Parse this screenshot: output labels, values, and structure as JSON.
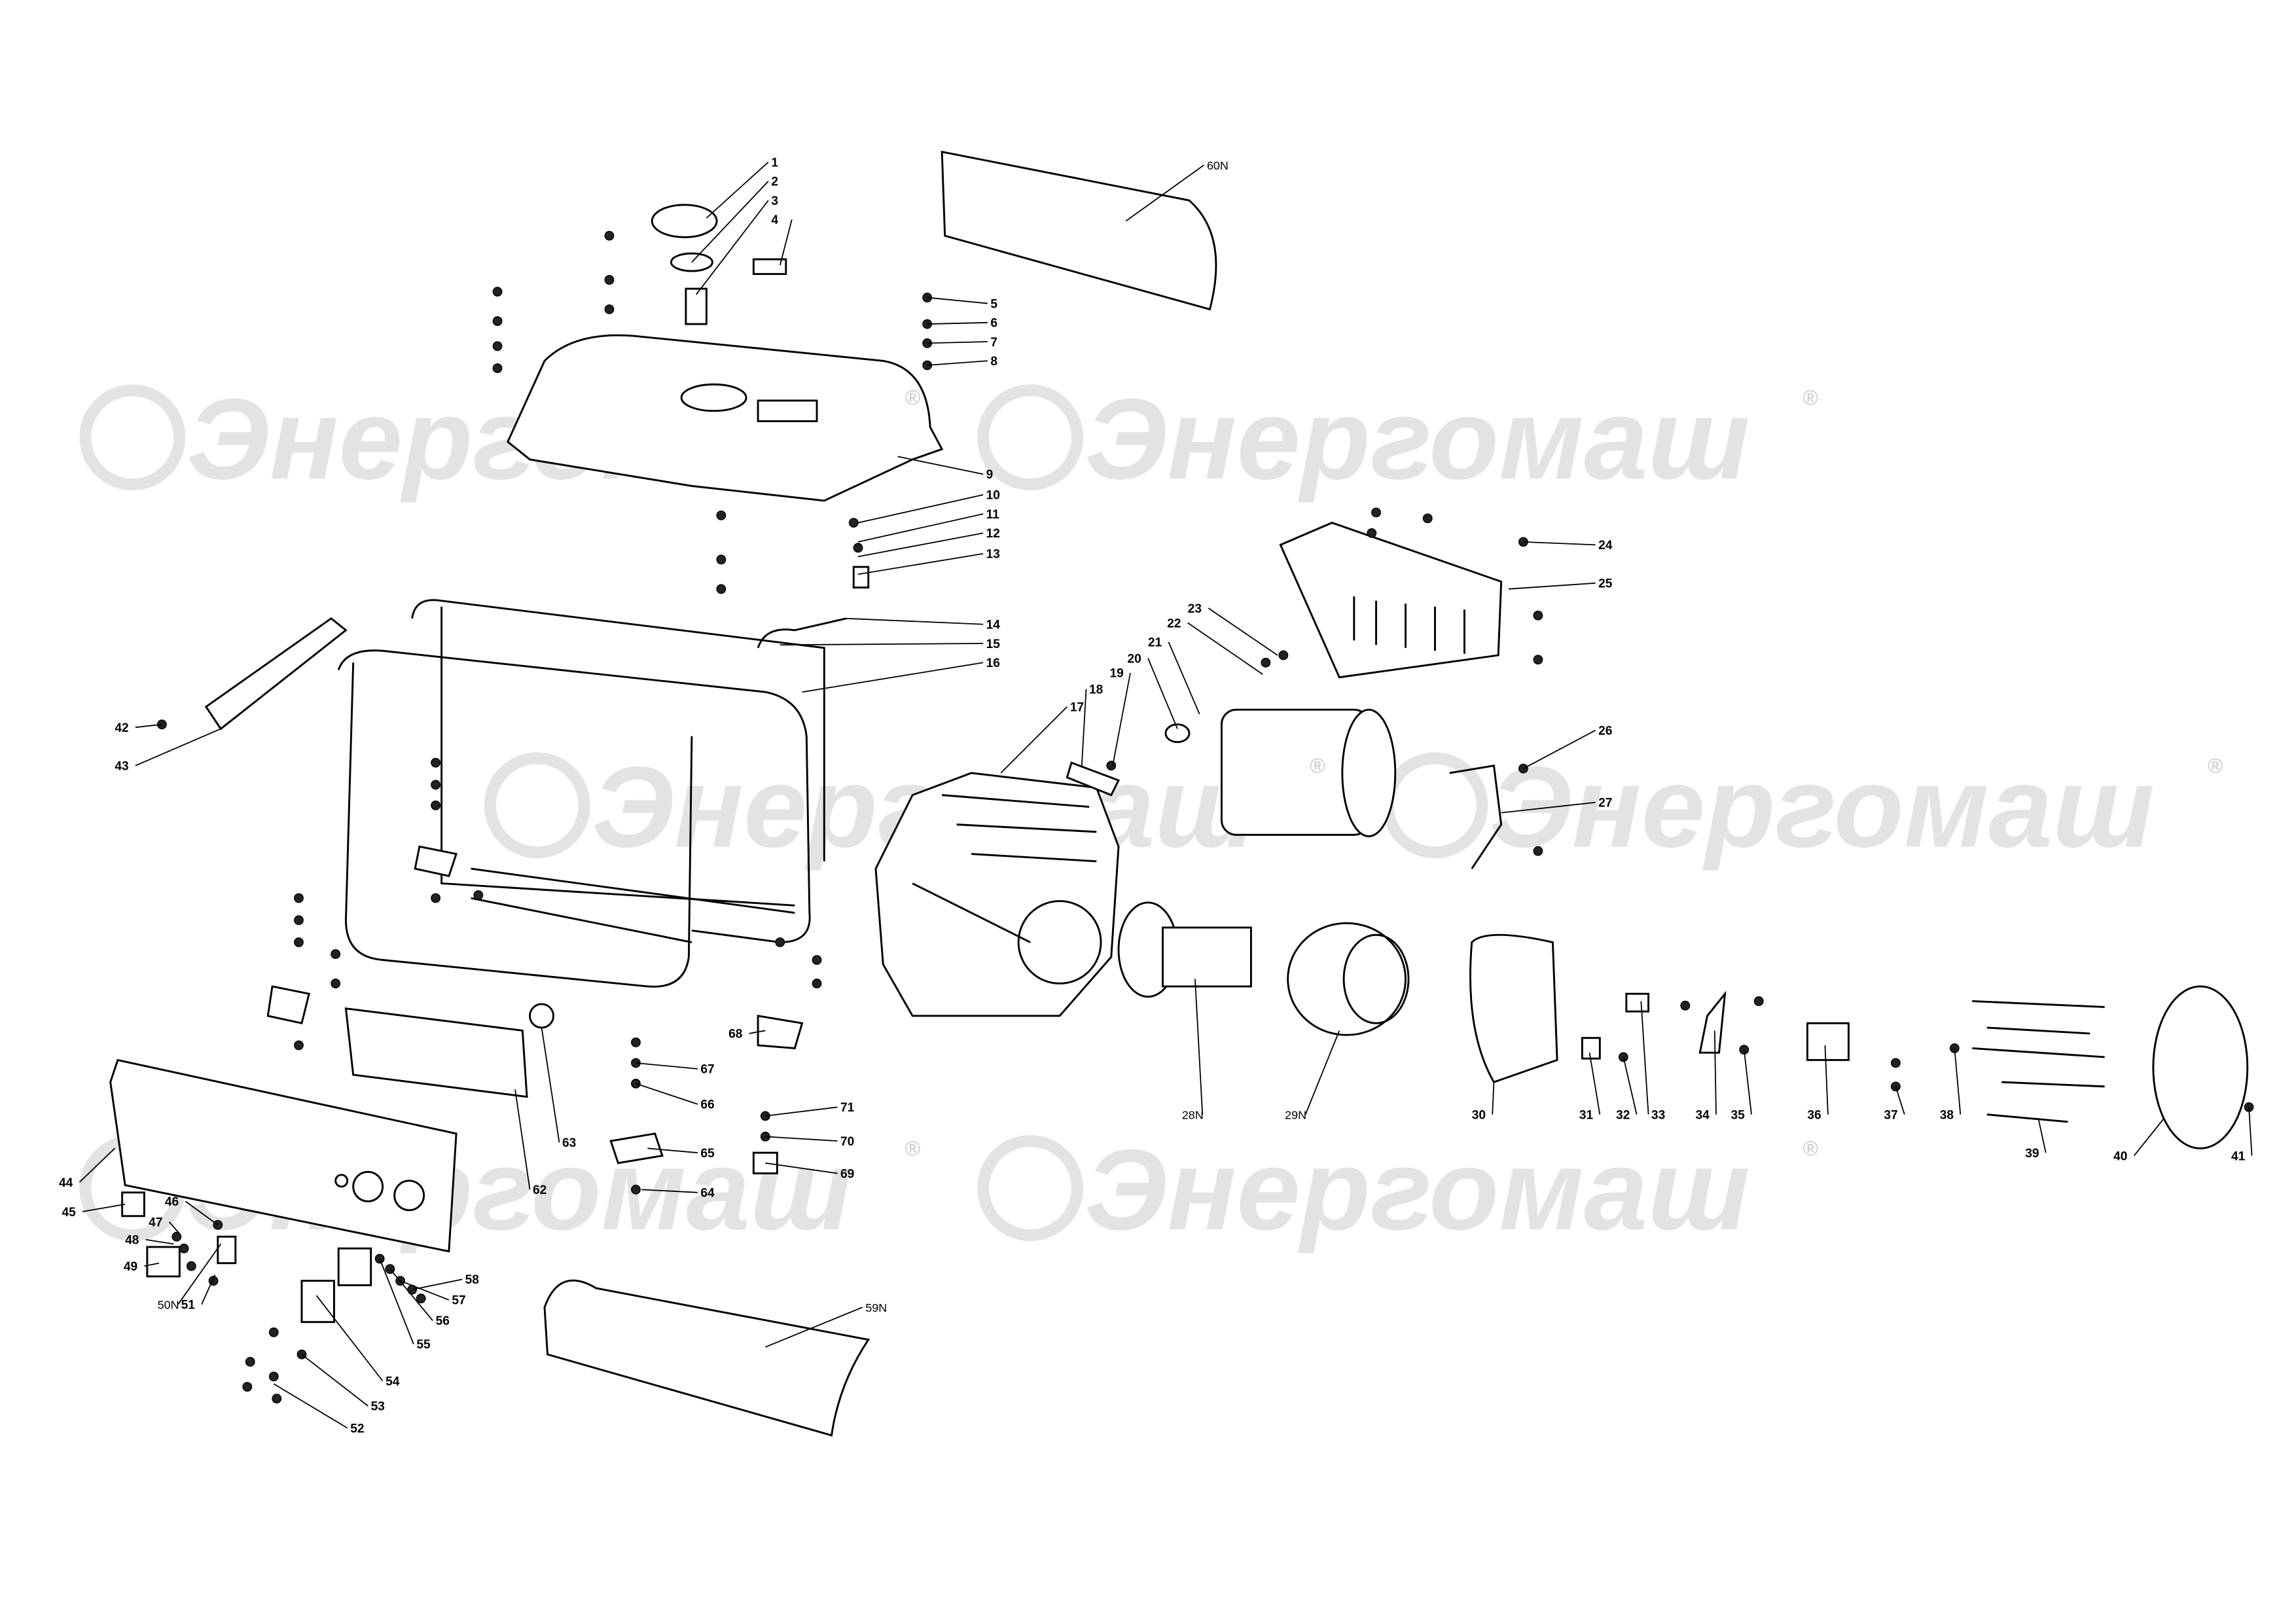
{
  "watermark": {
    "brand": "Энергомаш",
    "mark": "®"
  },
  "callouts": [
    "1",
    "2",
    "3",
    "4",
    "5",
    "6",
    "7",
    "8",
    "9",
    "10",
    "11",
    "12",
    "13",
    "14",
    "15",
    "16",
    "17",
    "18",
    "19",
    "20",
    "21",
    "22",
    "23",
    "24",
    "25",
    "26",
    "27",
    "28N",
    "29N",
    "30",
    "31",
    "32",
    "33",
    "34",
    "35",
    "36",
    "37",
    "38",
    "39",
    "40",
    "41",
    "42",
    "43",
    "44",
    "45",
    "46",
    "47",
    "48",
    "49",
    "50N",
    "51",
    "52",
    "53",
    "54",
    "55",
    "56",
    "57",
    "58",
    "59N",
    "60N",
    "62",
    "63",
    "64",
    "65",
    "66",
    "67",
    "68",
    "69",
    "70",
    "71"
  ]
}
